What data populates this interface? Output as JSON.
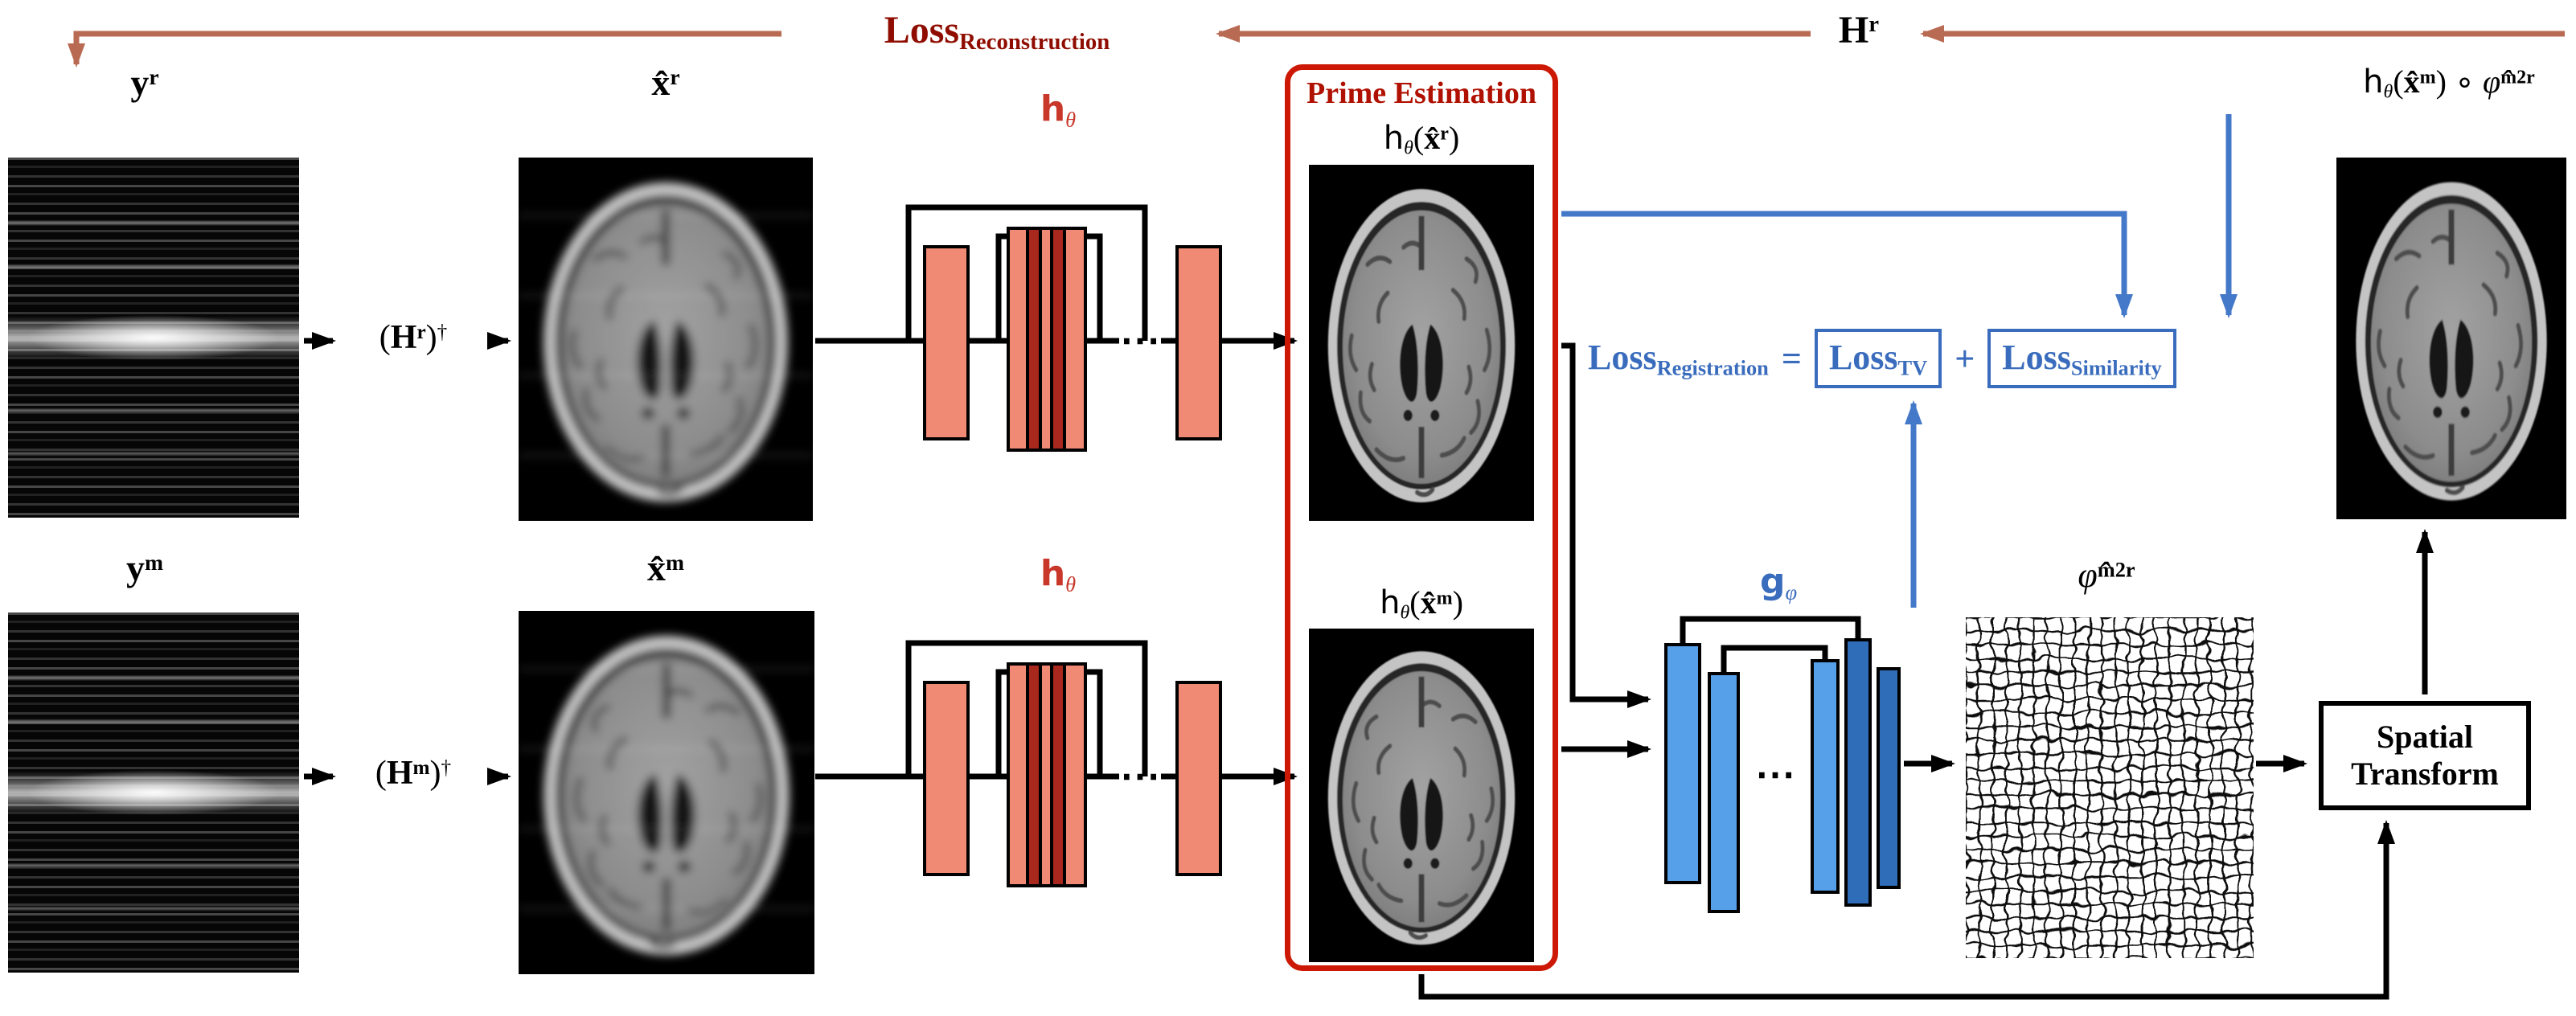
{
  "diagram": {
    "dots": "⋯",
    "top_flow": {
      "loss_reconstruction": {
        "base": "Loss",
        "sub": "Reconstruction"
      },
      "h_r": {
        "base": "H",
        "sup": "r"
      }
    },
    "prime_box": {
      "title": "Prime Estimation"
    },
    "reference_branch": {
      "kspace": {
        "base": "y",
        "sup": "r"
      },
      "adjoint": {
        "open": "(",
        "base": "H",
        "sup": "r",
        "close": ")",
        "dagger": "†"
      },
      "recon": {
        "base": "x̂",
        "sup": "r"
      },
      "network": {
        "fn": "h",
        "sub": "θ"
      },
      "output": {
        "fn": "h",
        "sub": "θ",
        "open": "(",
        "arg": "x̂",
        "arg_sup": "r",
        "close": ")"
      }
    },
    "moving_branch": {
      "kspace": {
        "base": "y",
        "sup": "m"
      },
      "adjoint": {
        "open": "(",
        "base": "H",
        "sup": "m",
        "close": ")",
        "dagger": "†"
      },
      "recon": {
        "base": "x̂",
        "sup": "m"
      },
      "network": {
        "fn": "h",
        "sub": "θ"
      },
      "output": {
        "fn": "h",
        "sub": "θ",
        "open": "(",
        "arg": "x̂",
        "arg_sup": "m",
        "close": ")"
      }
    },
    "registration": {
      "network": {
        "fn": "g",
        "sub": "φ"
      },
      "field": {
        "base": "φ̂",
        "sup": "m2r"
      },
      "formula": {
        "loss_registration": {
          "base": "Loss",
          "sub": "Registration"
        },
        "equals": "=",
        "loss_tv": {
          "base": "Loss",
          "sub": "TV"
        },
        "plus": "+",
        "loss_similarity": {
          "base": "Loss",
          "sub": "Similarity"
        }
      },
      "spatial_transform": {
        "line1": "Spatial",
        "line2": "Transform"
      },
      "warped": {
        "fn": "h",
        "sub": "θ",
        "open": "(",
        "arg": "x̂",
        "arg_sup": "m",
        "close": ")",
        "compose": "∘",
        "field": "φ̂",
        "field_sup": "m2r"
      }
    }
  },
  "colors": {
    "loss_red": "#8f0d00",
    "accent_red": "#c8372a",
    "prime_box_red": "#cc1804",
    "block_salmon": "#f08a74",
    "block_salmon_dark": "#a8281e",
    "arrow_salmon": "#b96a52",
    "blue": "#3a6cbd",
    "arrow_blue": "#4478c8",
    "block_blue_light": "#56a0ea",
    "block_blue_dark": "#2f6db8"
  }
}
